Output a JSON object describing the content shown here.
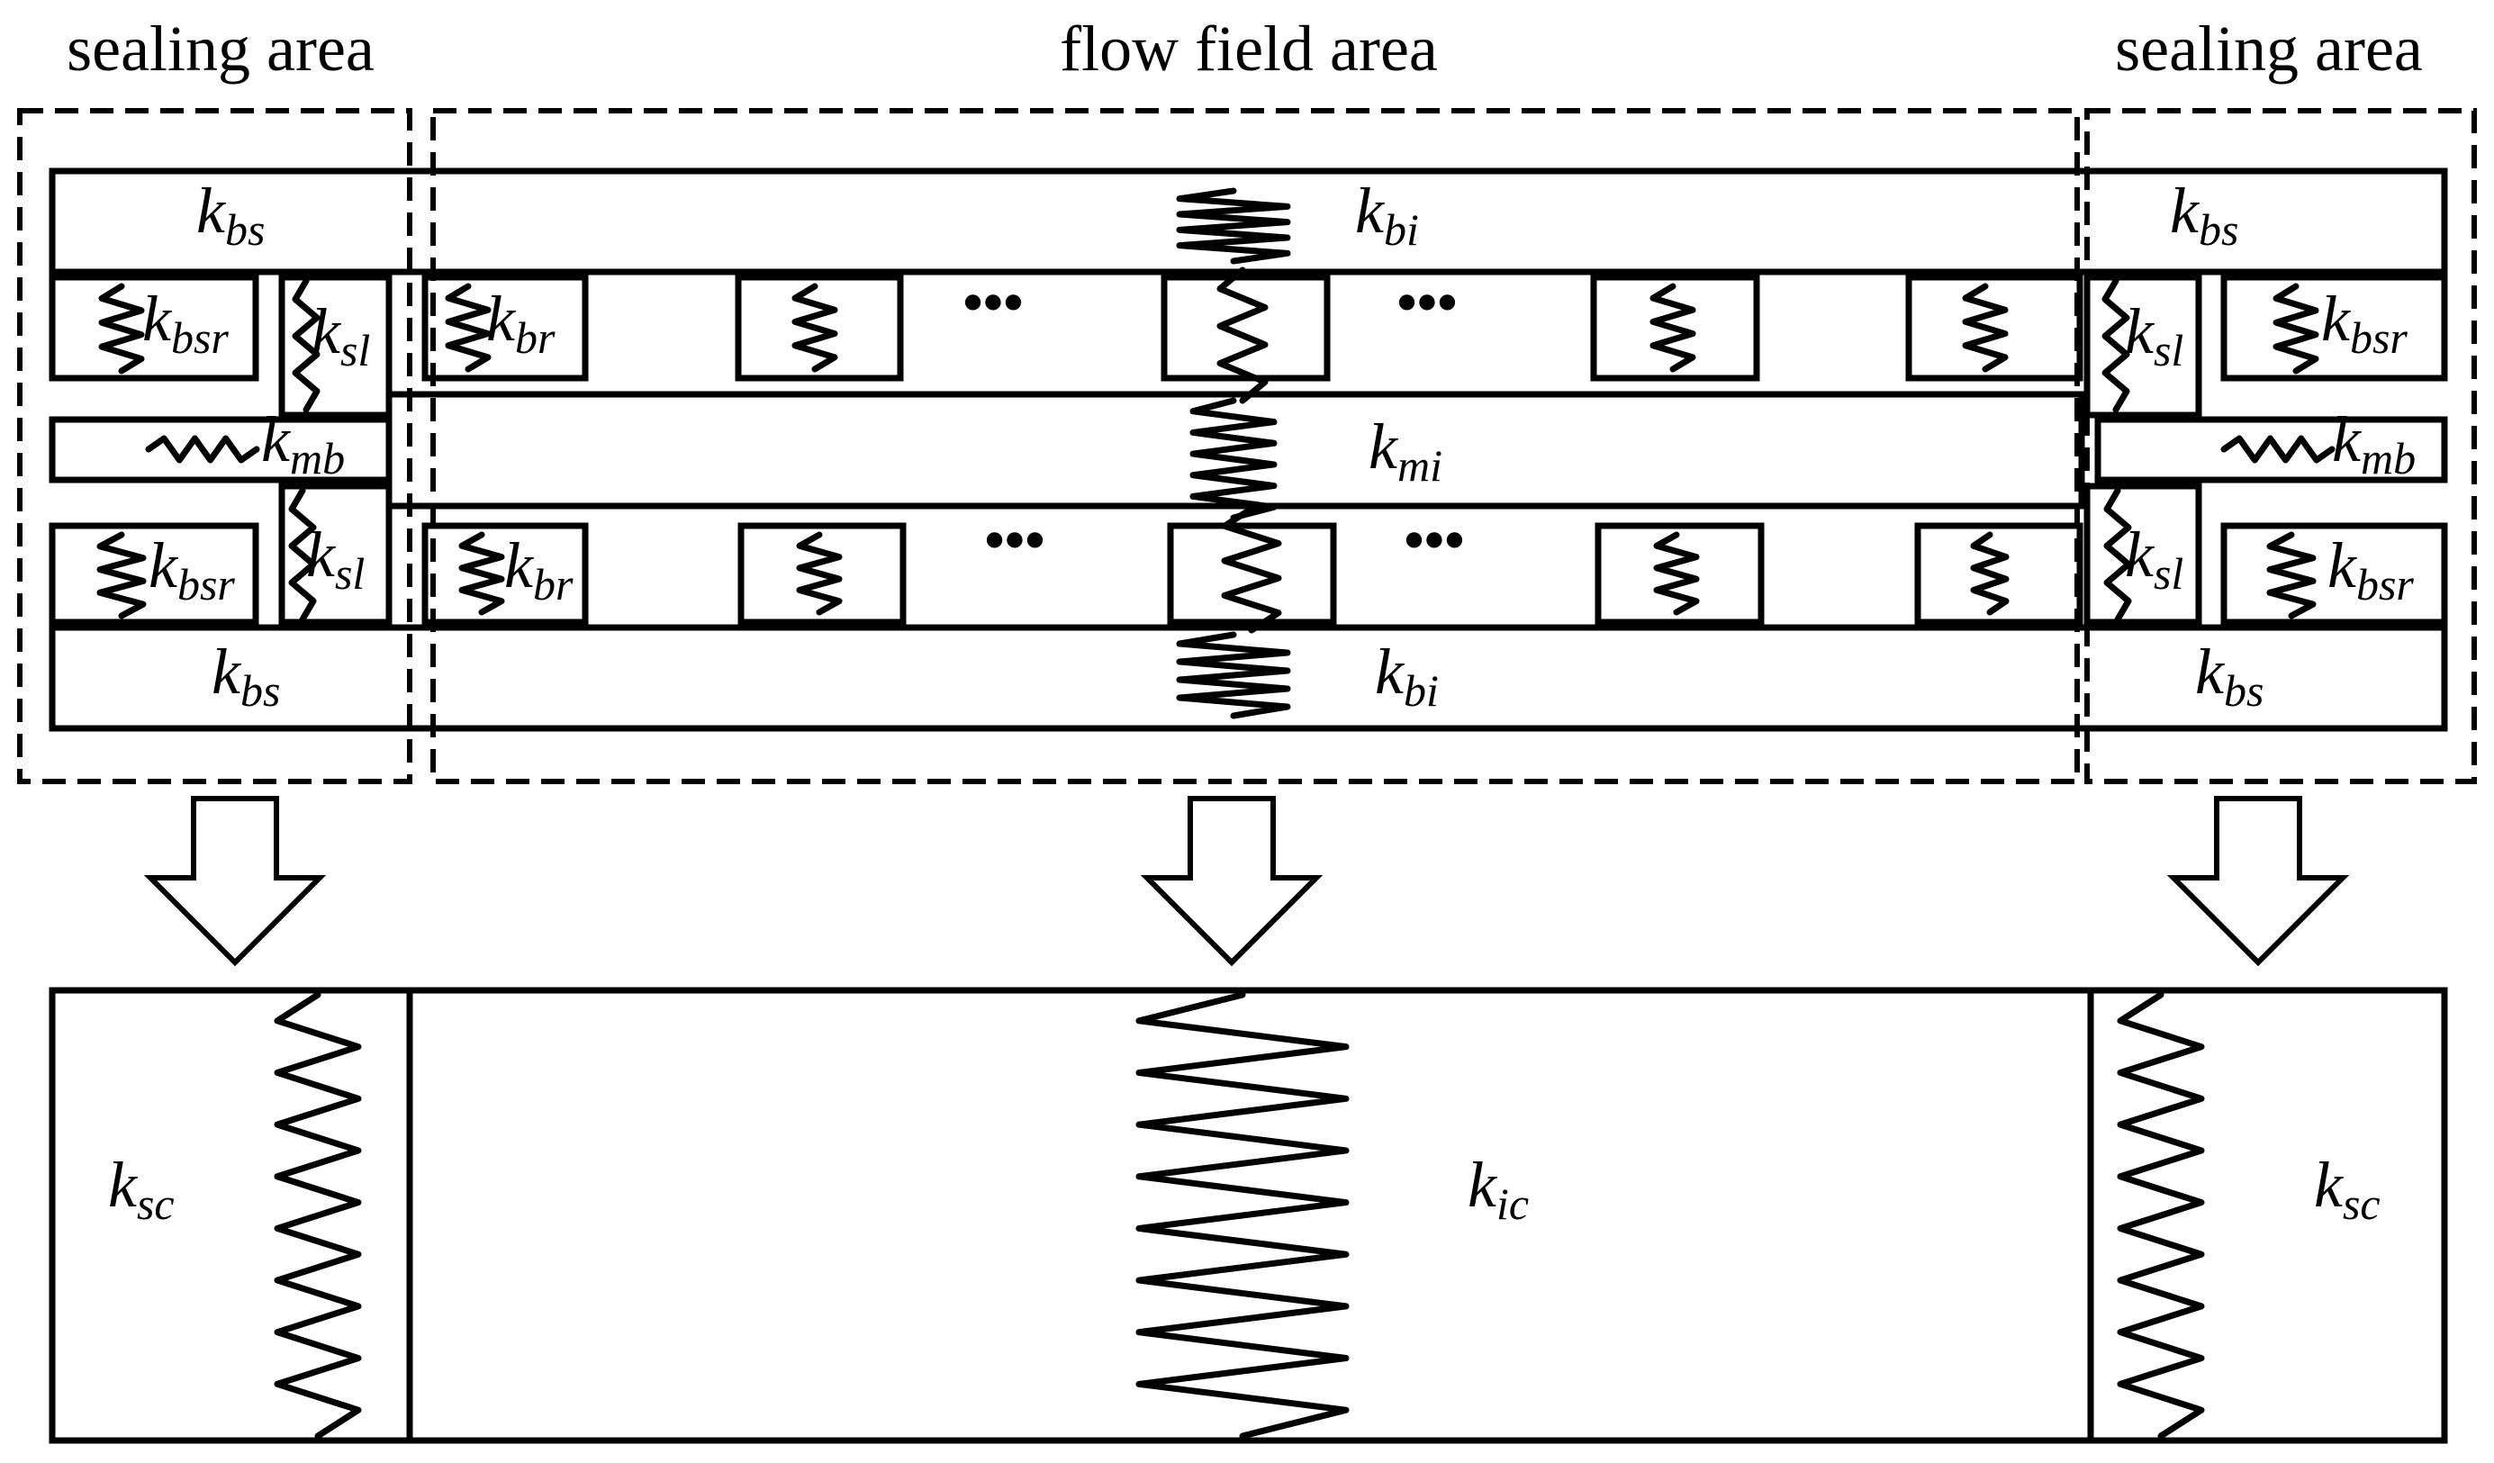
{
  "headers": {
    "left": "sealing area",
    "center": "flow field area",
    "right": "sealing area"
  },
  "top_labels": {
    "bs_tl": {
      "base": "k",
      "sub": "bs"
    },
    "bs_bl": {
      "base": "k",
      "sub": "bs"
    },
    "bs_tr": {
      "base": "k",
      "sub": "bs"
    },
    "bs_br": {
      "base": "k",
      "sub": "bs"
    },
    "bsr_tl": {
      "base": "k",
      "sub": "bsr"
    },
    "bsr_bl": {
      "base": "k",
      "sub": "bsr"
    },
    "bsr_tr": {
      "base": "k",
      "sub": "bsr"
    },
    "bsr_br": {
      "base": "k",
      "sub": "bsr"
    },
    "sl_tl": {
      "base": "k",
      "sub": "sl"
    },
    "sl_bl": {
      "base": "k",
      "sub": "sl"
    },
    "sl_tr": {
      "base": "k",
      "sub": "sl"
    },
    "sl_br": {
      "base": "k",
      "sub": "sl"
    },
    "mb_l": {
      "base": "k",
      "sub": "mb"
    },
    "mb_r": {
      "base": "k",
      "sub": "mb"
    },
    "br_t": {
      "base": "k",
      "sub": "br"
    },
    "br_b": {
      "base": "k",
      "sub": "br"
    },
    "bi_t": {
      "base": "k",
      "sub": "bi"
    },
    "bi_b": {
      "base": "k",
      "sub": "bi"
    },
    "mi": {
      "base": "k",
      "sub": "mi"
    }
  },
  "ellipsis": "•••",
  "bottom_labels": {
    "sc_l": {
      "base": "k",
      "sub": "sc"
    },
    "ic": {
      "base": "k",
      "sub": "ic"
    },
    "sc_r": {
      "base": "k",
      "sub": "sc"
    }
  }
}
